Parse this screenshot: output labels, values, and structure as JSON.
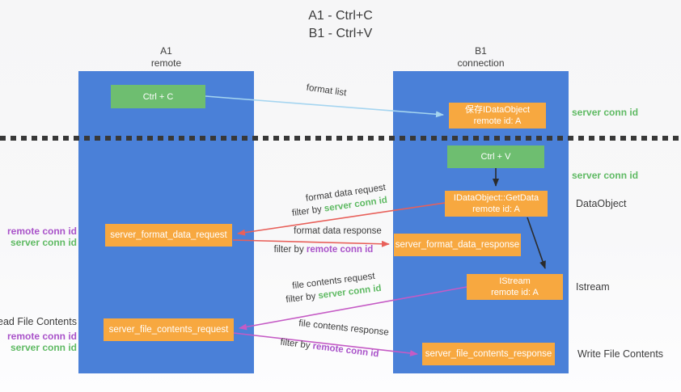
{
  "title": {
    "line1": "A1 - Ctrl+C",
    "line2": "B1 - Ctrl+V"
  },
  "lanes": {
    "a": {
      "title": "A1",
      "subtitle": "remote"
    },
    "b": {
      "title": "B1",
      "subtitle": "connection"
    }
  },
  "nodes": {
    "ctrl_c": {
      "label": "Ctrl + C"
    },
    "save_dataobject": {
      "line1": "保存IDataObject",
      "line2": "remote id: A"
    },
    "ctrl_v": {
      "label": "Ctrl + V"
    },
    "getdata": {
      "line1": "IDataObject::GetData",
      "line2": "remote id: A"
    },
    "format_request": {
      "label": "server_format_data_request"
    },
    "format_response": {
      "label": "server_format_data_response"
    },
    "istream": {
      "line1": "IStream",
      "line2": "remote id: A"
    },
    "file_request": {
      "label": "server_file_contents_request"
    },
    "file_response": {
      "label": "server_file_contents_response"
    }
  },
  "edges": {
    "format_list": {
      "label": "format list"
    },
    "format_request": {
      "label": "format data request",
      "filter_prefix": "filter by ",
      "filter_key": "server conn id"
    },
    "format_response": {
      "label": "format data response",
      "filter_prefix": "filter by ",
      "filter_key": "remote conn id"
    },
    "file_request": {
      "label": "file contents request",
      "filter_prefix": "filter by ",
      "filter_key": "server conn id"
    },
    "file_response": {
      "label": "file contents response",
      "filter_prefix": "filter by ",
      "filter_key": "remote conn id"
    }
  },
  "annotations": {
    "save_right": "server conn id",
    "ctrlv_right": "server conn id",
    "getdata_right": "DataObject",
    "istream_right": "Istream",
    "file_response_right": "Write File Contents",
    "format_left_1": "remote conn id",
    "format_left_2": "server conn id",
    "file_left_title": "Read File Contents",
    "file_left_1": "remote conn id",
    "file_left_2": "server conn id"
  },
  "colors": {
    "lane_blue": "#4a80d8",
    "node_green": "#6ebe70",
    "node_orange": "#f7a840",
    "arrow_light_blue": "#a5d5f0",
    "arrow_red": "#e8605a",
    "arrow_magenta": "#c55bc5",
    "arrow_black": "#2b2b2b",
    "label_green": "#5fba63",
    "label_purple": "#a952c9",
    "text_dark": "#3c3c3c"
  }
}
